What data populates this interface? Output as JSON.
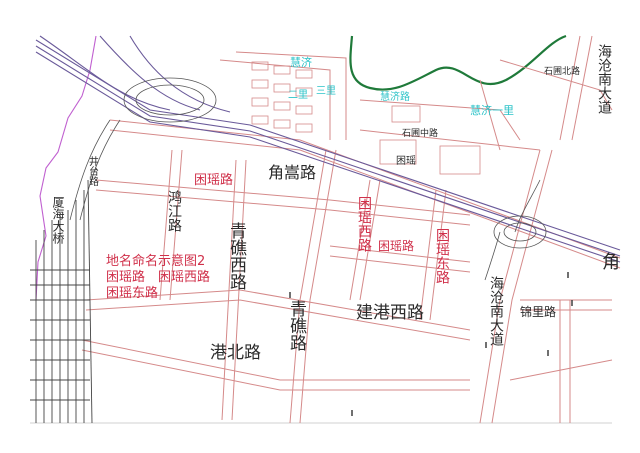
{
  "map": {
    "legend_lines": [
      "地名命名示意图2",
      "困瑶路　困瑶西路",
      "困瑶东路"
    ],
    "roads_black": {
      "jiaosong": "角嵩路",
      "qingjiao_west": "青礁西路",
      "qingjiao": "青礁路",
      "jiangang_west": "建港西路",
      "gangbei": "港北路",
      "haicang_south_1": "海沧南大道",
      "haicang_south_2": "海沧南大道",
      "hongjiang": "鸿江路",
      "jinli": "锦里路",
      "jiao_edge": "角",
      "jing_edge": "井台路",
      "xiahai_bridge": "厦海大桥",
      "kunyao_mid": "困瑶",
      "shiwei_zhong": "石圃中路",
      "shiwei_bei": "石圃北路"
    },
    "roads_red": {
      "kunyao_north": "困瑶路",
      "kunyao_west_v": "困瑶西路",
      "kunyao_mid": "困瑶路",
      "kunyao_east_v": "困瑶东路"
    },
    "labels_cyan": {
      "huiji_1": "慧济",
      "huiji_2": "慧济一里",
      "huiji_road": "慧济路",
      "three_li": "三里",
      "two_li": "二里"
    },
    "colors": {
      "road": "#d58a8a",
      "railway": "#6a5a9a",
      "river": "#1f7a3a",
      "boundary": "#c060d0",
      "grid": "#555555"
    }
  }
}
